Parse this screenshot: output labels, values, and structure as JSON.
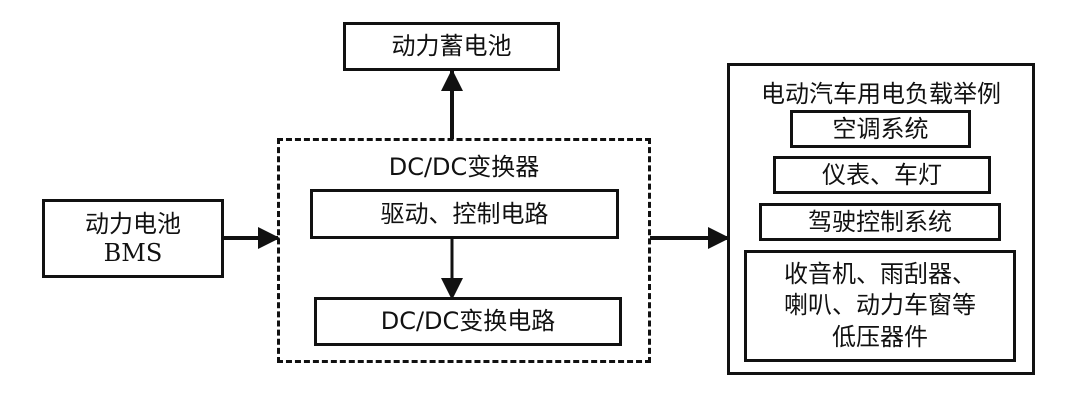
{
  "nodes": {
    "battery_storage": "动力蓄电池",
    "battery_bms": {
      "line1": "动力电池",
      "line2": "BMS"
    },
    "converter": {
      "title": "DC/DC变换器",
      "drive_control": "驱动、控制电路",
      "conversion_circuit": "DC/DC变换电路"
    },
    "loads": {
      "title": "电动汽车用电负载举例",
      "items": [
        "空调系统",
        "仪表、车灯",
        "驾驶控制系统"
      ],
      "low_voltage": {
        "line1": "收音机、雨刮器、",
        "line2": "喇叭、动力车窗等",
        "line3": "低压器件"
      }
    }
  },
  "edges": [
    {
      "from": "battery_bms",
      "to": "converter"
    },
    {
      "from": "converter",
      "to": "battery_storage"
    },
    {
      "from": "drive_control",
      "to": "conversion_circuit"
    },
    {
      "from": "converter",
      "to": "loads"
    }
  ]
}
